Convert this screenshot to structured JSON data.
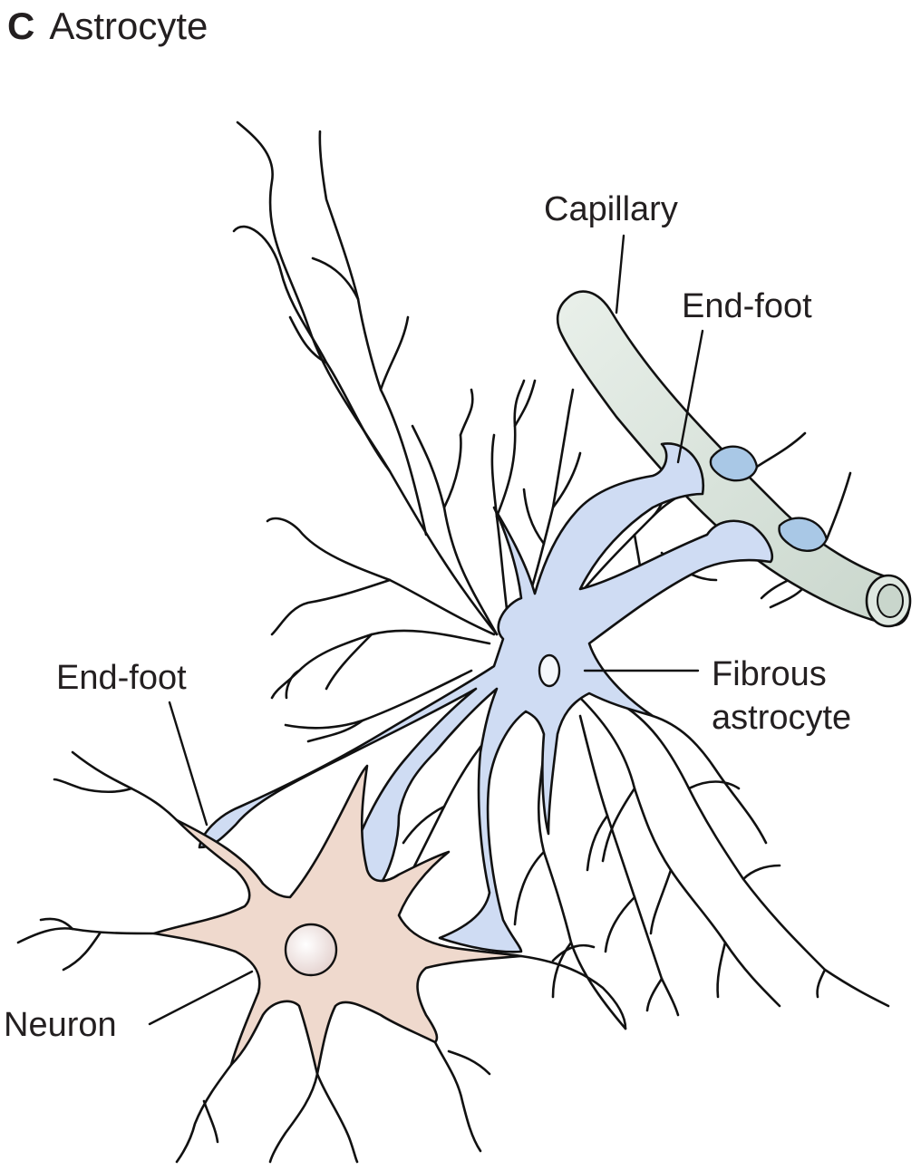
{
  "figure": {
    "panel_letter": "C",
    "title": "Astrocyte"
  },
  "labels": {
    "capillary": "Capillary",
    "end_foot_top": "End-foot",
    "end_foot_left": "End-foot",
    "fibrous_line1": "Fibrous",
    "fibrous_line2": "astrocyte",
    "neuron": "Neuron"
  },
  "colors": {
    "astrocyte_fill": "#cfdcf3",
    "neuron_fill": "#efd9cd",
    "capillary_fill": "#d8e3dc",
    "line": "#111111"
  }
}
